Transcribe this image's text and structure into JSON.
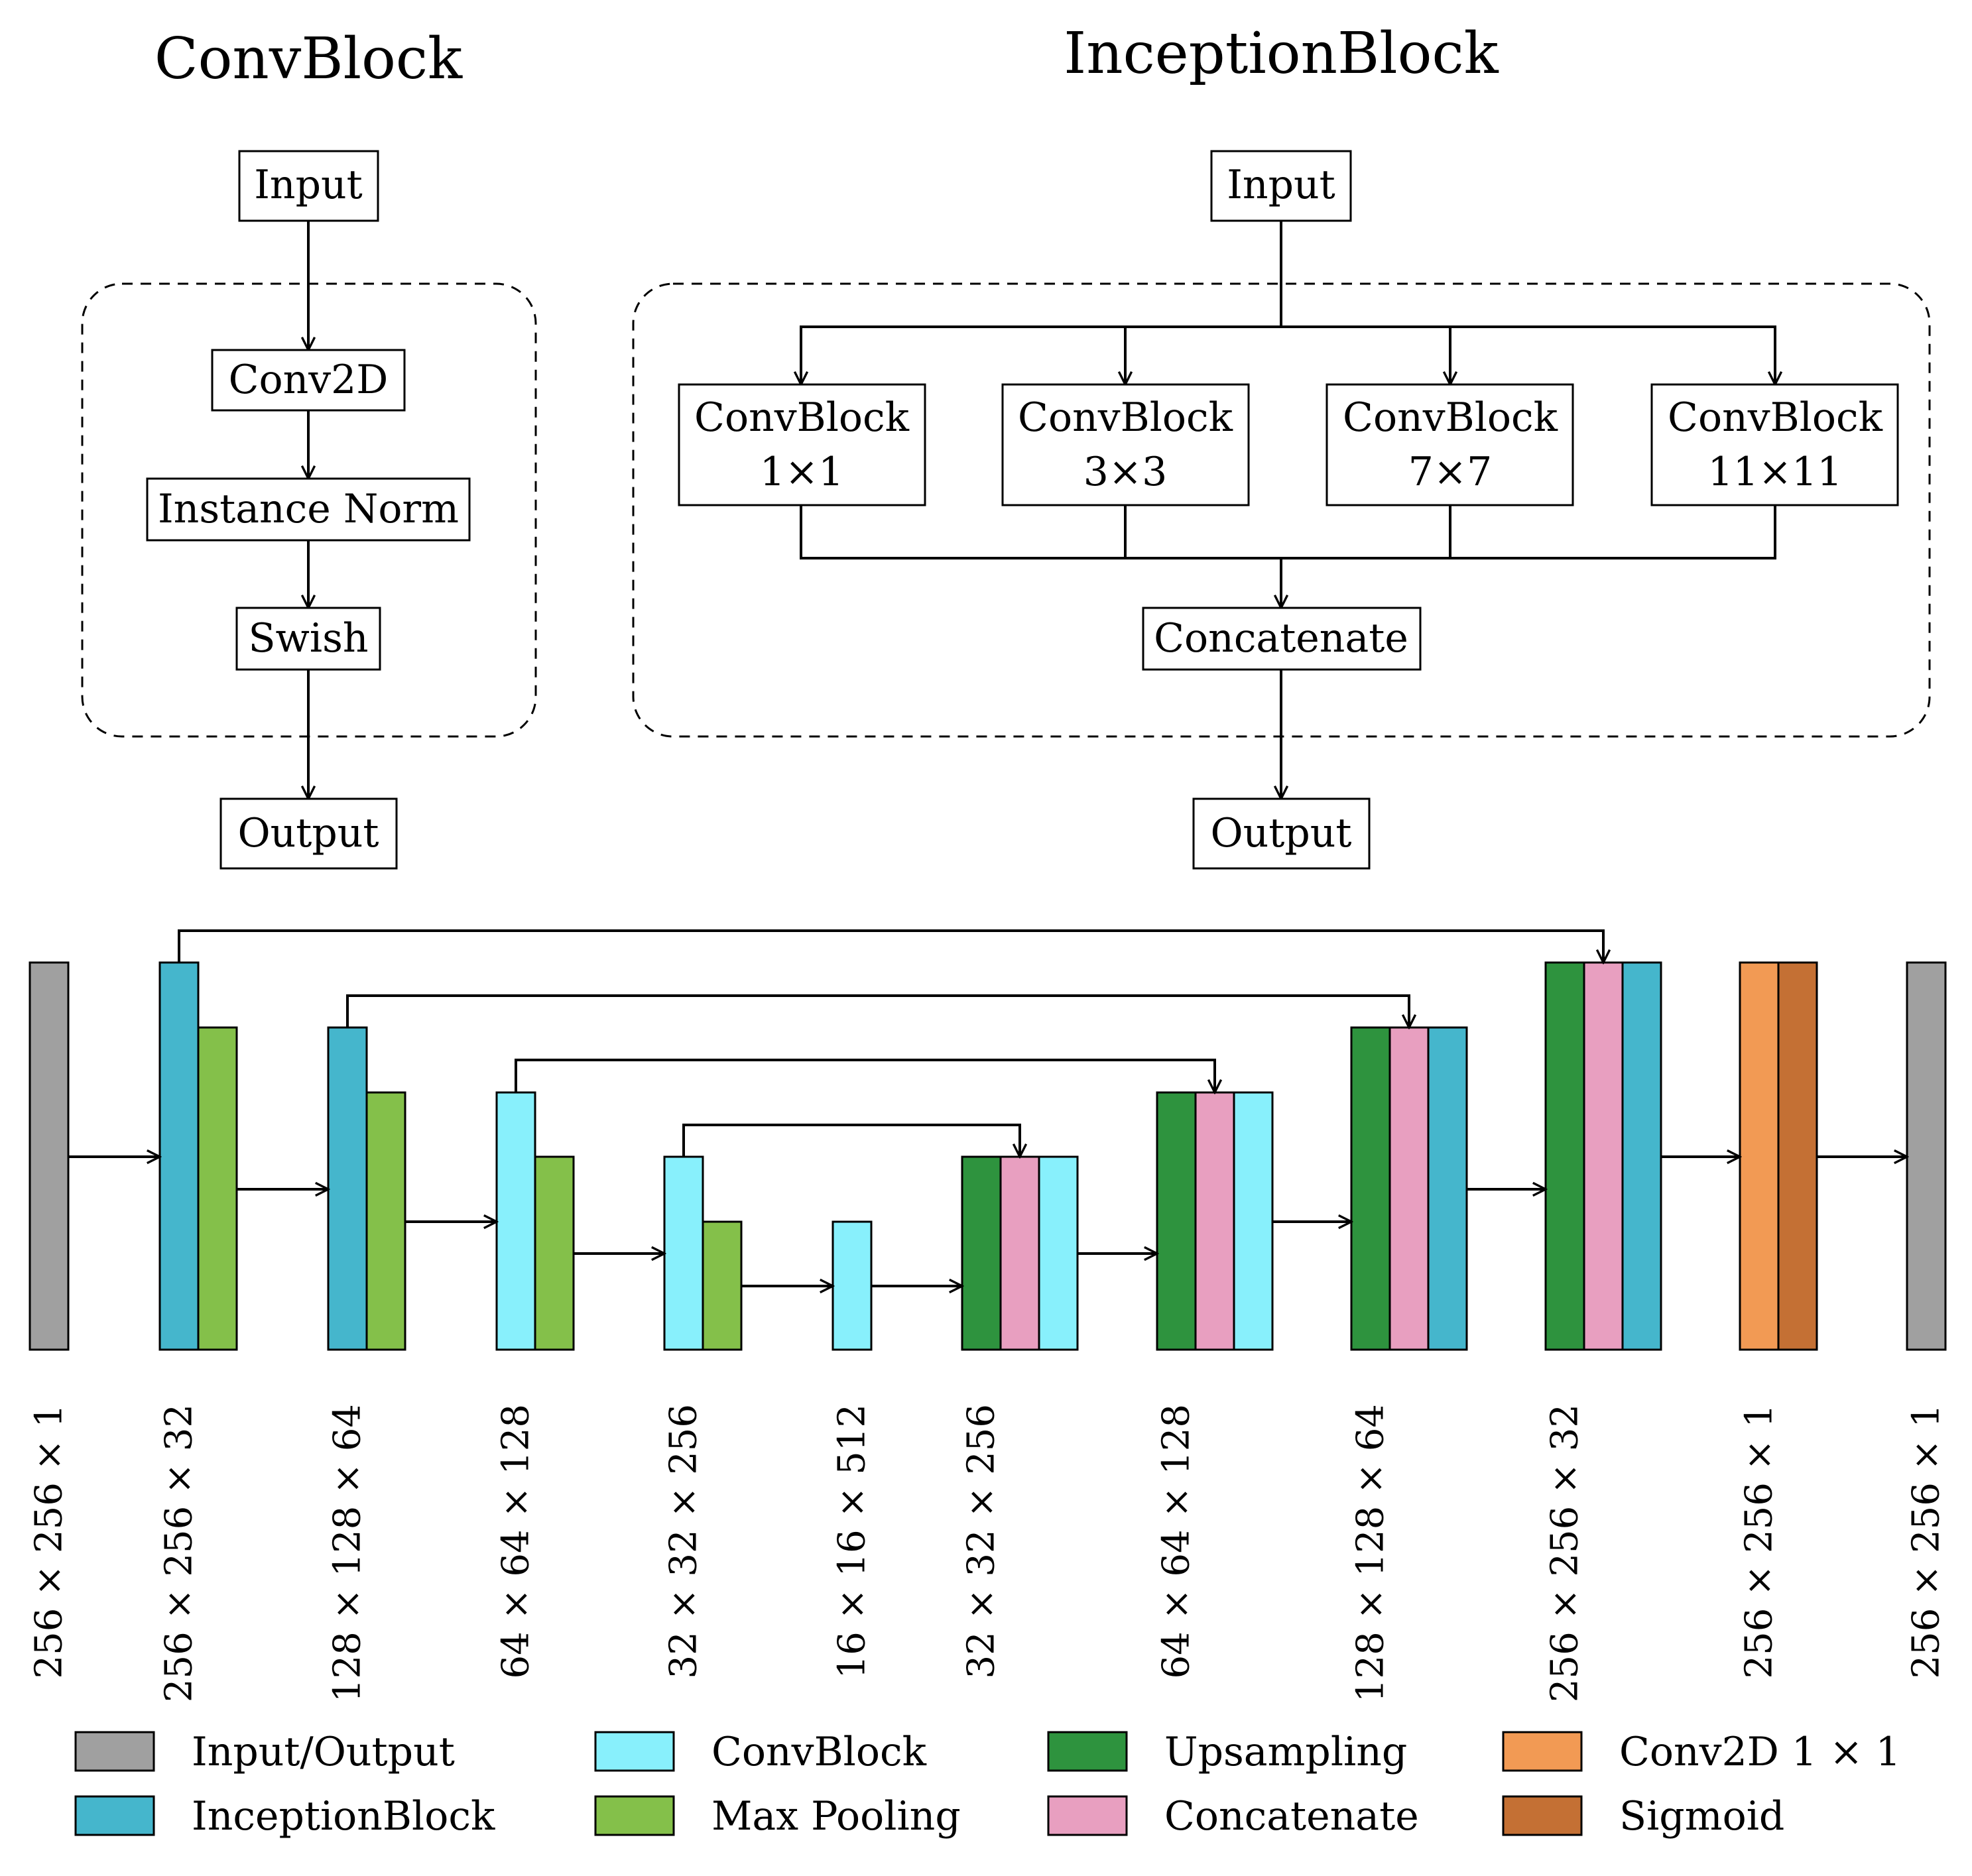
{
  "convblock": {
    "title": "ConvBlock",
    "input": "Input",
    "steps": [
      "Conv2D",
      "Instance Norm",
      "Swish"
    ],
    "output": "Output"
  },
  "inception": {
    "title": "InceptionBlock",
    "input": "Input",
    "branches": [
      {
        "name": "ConvBlock",
        "kernel": "1×1"
      },
      {
        "name": "ConvBlock",
        "kernel": "3×3"
      },
      {
        "name": "ConvBlock",
        "kernel": "7×7"
      },
      {
        "name": "ConvBlock",
        "kernel": "11×11"
      }
    ],
    "merge": "Concatenate",
    "output": "Output"
  },
  "network": {
    "stages": [
      {
        "dims": "256 × 256 × 1",
        "layers": [
          "input_output"
        ]
      },
      {
        "dims": "256 × 256 × 32",
        "layers": [
          "inception",
          "max_pooling"
        ]
      },
      {
        "dims": "128 × 128 × 64",
        "layers": [
          "inception",
          "max_pooling"
        ]
      },
      {
        "dims": "64 × 64 × 128",
        "layers": [
          "convblock",
          "max_pooling"
        ]
      },
      {
        "dims": "32 × 32 × 256",
        "layers": [
          "convblock",
          "max_pooling"
        ]
      },
      {
        "dims": "16 × 16 × 512",
        "layers": [
          "convblock"
        ]
      },
      {
        "dims": "32 × 32 × 256",
        "layers": [
          "upsampling",
          "concatenate",
          "convblock"
        ]
      },
      {
        "dims": "64 × 64 × 128",
        "layers": [
          "upsampling",
          "concatenate",
          "convblock"
        ]
      },
      {
        "dims": "128 × 128 × 64",
        "layers": [
          "upsampling",
          "concatenate",
          "inception"
        ]
      },
      {
        "dims": "256 × 256 × 32",
        "layers": [
          "upsampling",
          "concatenate",
          "inception"
        ]
      },
      {
        "dims": "256 × 256 × 1",
        "layers": [
          "conv1x1",
          "sigmoid"
        ]
      },
      {
        "dims": "256 × 256 × 1",
        "layers": [
          "input_output"
        ]
      }
    ],
    "skip_connections": [
      [
        1,
        9
      ],
      [
        2,
        8
      ],
      [
        3,
        7
      ],
      [
        4,
        6
      ]
    ]
  },
  "legend": [
    {
      "key": "input_output",
      "label": "Input/Output",
      "color": "#a0a0a0"
    },
    {
      "key": "inception",
      "label": "InceptionBlock",
      "color": "#45b6cc"
    },
    {
      "key": "convblock",
      "label": "ConvBlock",
      "color": "#88f0fc"
    },
    {
      "key": "max_pooling",
      "label": "Max Pooling",
      "color": "#84c04a"
    },
    {
      "key": "upsampling",
      "label": "Upsampling",
      "color": "#2e933e"
    },
    {
      "key": "concatenate",
      "label": "Concatenate",
      "color": "#e89fc0"
    },
    {
      "key": "conv1x1",
      "label": "Conv2D 1 × 1",
      "color": "#f29a54"
    },
    {
      "key": "sigmoid",
      "label": "Sigmoid",
      "color": "#c47034"
    }
  ]
}
